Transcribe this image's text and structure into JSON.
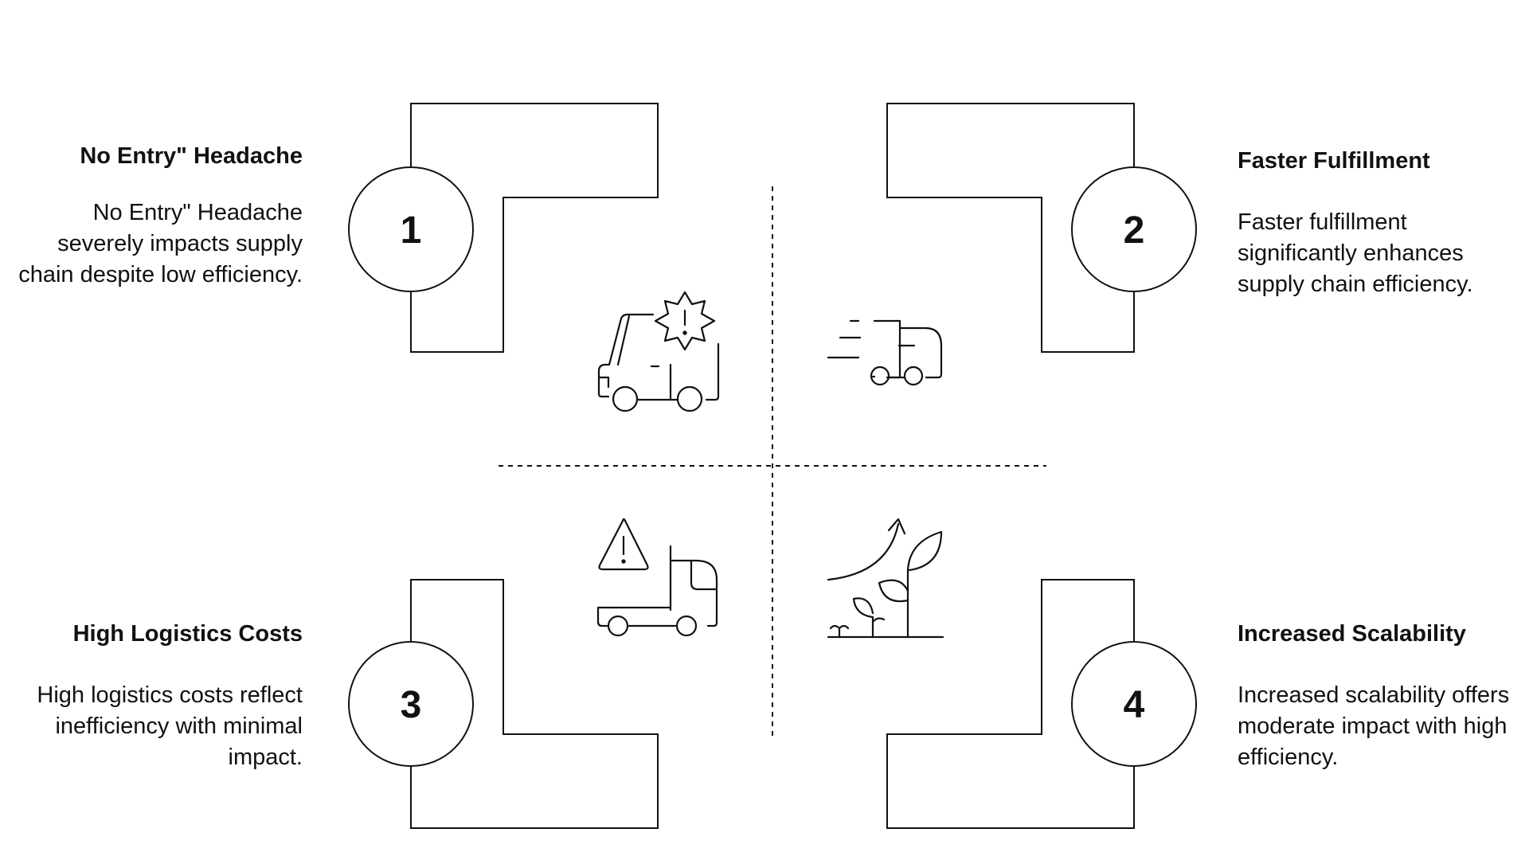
{
  "quadrants": [
    {
      "number": "1",
      "title": "No Entry\" Headache",
      "description": "No Entry\" Headache severely impacts supply chain despite low efficiency.",
      "icon": "truck-alert-icon"
    },
    {
      "number": "2",
      "title": "Faster Fulfillment",
      "description": "Faster fulfillment significantly enhances supply chain efficiency.",
      "icon": "fast-delivery-truck-icon"
    },
    {
      "number": "3",
      "title": "High Logistics Costs",
      "description": "High logistics costs reflect inefficiency with minimal impact.",
      "icon": "truck-warning-icon"
    },
    {
      "number": "4",
      "title": "Increased Scalability",
      "description": "Increased scalability offers moderate impact with high efficiency.",
      "icon": "growth-plant-icon"
    }
  ],
  "colors": {
    "line": "#111111",
    "background": "#ffffff"
  }
}
